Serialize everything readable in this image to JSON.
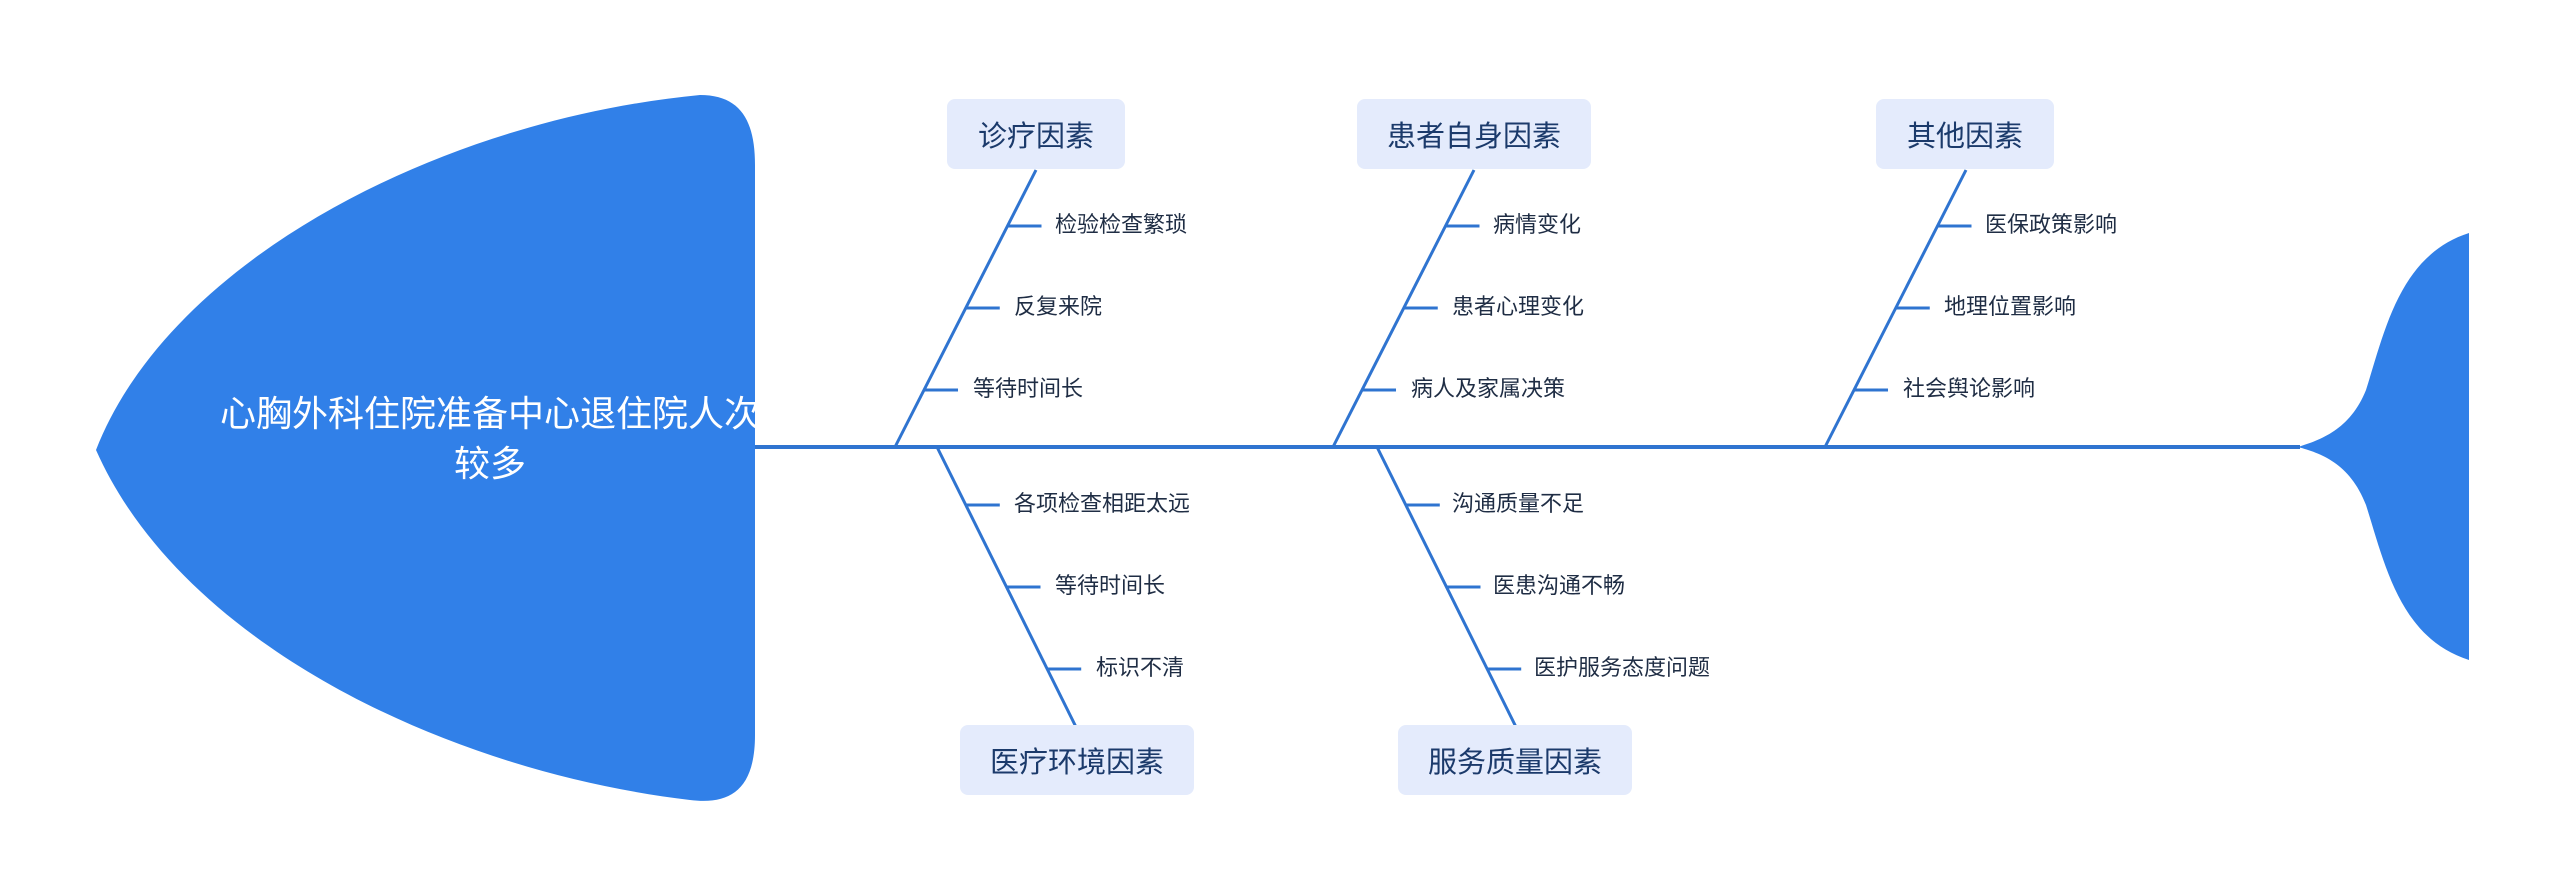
{
  "diagram": {
    "head": "心胸外科住院准备中心退住院人次较多",
    "categories": {
      "top": [
        {
          "label": "诊疗因素",
          "causes": [
            "检验检查繁琐",
            "反复来院",
            "等待时间长"
          ]
        },
        {
          "label": "患者自身因素",
          "causes": [
            "病情变化",
            "患者心理变化",
            "病人及家属决策"
          ]
        },
        {
          "label": "其他因素",
          "causes": [
            "医保政策影响",
            "地理位置影响",
            "社会舆论影响"
          ]
        }
      ],
      "bottom": [
        {
          "label": "医疗环境因素",
          "causes": [
            "各项检查相距太远",
            "等待时间长",
            "标识不清"
          ]
        },
        {
          "label": "服务质量因素",
          "causes": [
            "沟通质量不足",
            "医患沟通不畅",
            "医护服务态度问题"
          ]
        }
      ]
    },
    "colors": {
      "fish": "#3180e8",
      "line": "#2f74d0",
      "box": "#e4ebfc"
    }
  }
}
